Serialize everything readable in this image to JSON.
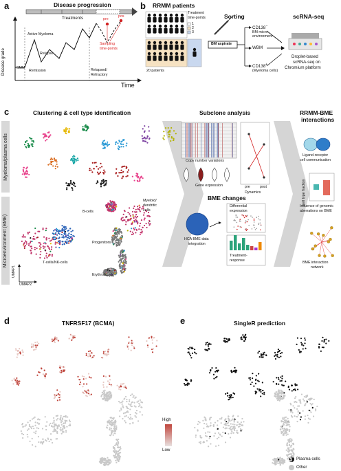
{
  "panel_a": {
    "letter": "a",
    "title": "Disease progression",
    "treatments": "Treatments",
    "ylabel": "Disease grade",
    "xlabel": "Time",
    "stages": [
      "SMM",
      "Active Myeloma",
      "Relapse",
      "Remission",
      "Relapsed/",
      "Refractory"
    ],
    "pre": "pre",
    "post": "pos",
    "sampling": "Sampling",
    "sampling2": "time-points"
  },
  "panel_b": {
    "letter": "b",
    "title": "RRMM patients",
    "timepoints_title": "Treatment",
    "timepoints_title2": "time-points",
    "timepoint_items": [
      "1",
      "2",
      "3"
    ],
    "timepoint_colors": [
      "#ffffff",
      "#f6e2c2",
      "#c9d8ef"
    ],
    "patients": "20 patients",
    "sorting": "Sorting",
    "aspirate": "BM aspirate",
    "cd138neg": "CD138",
    "cd138neg_sup": "−",
    "cd138neg_sub1": "BM micro-",
    "cd138neg_sub2": "environment",
    "wbm": "WBM",
    "cd138pos": "CD138",
    "cd138pos_sup": "+",
    "cd138pos_sub": "(Myeloma cells)",
    "scrna": "scRNA-seq",
    "platform1": "Droplet-based",
    "platform2": "scRNA-seq on",
    "platform3": "Chromium platform"
  },
  "panel_c": {
    "letter": "c",
    "title1": "Clustering & cell type identification",
    "title2": "Subclone analysis",
    "title3a": "RRMM-BME",
    "title3b": "interactions",
    "side_top": "Myeloma/plasma cells",
    "side_bottom": "Microenvironment (BME)",
    "umap1": "UMAP1",
    "umap2": "UMAP2",
    "celltypes": [
      "Myeloid/",
      "dendritic",
      "cells",
      "B-cells",
      "Progenitors",
      "T-cells/NK-cells",
      "Erythroblasts"
    ],
    "cnv": "Copy number variations",
    "gene_expr": "Gene expression",
    "dynamics": "Dynamics",
    "pre": "pre",
    "post": "post",
    "bme_changes": "BME changes",
    "hca1": "HCA BME data",
    "hca2": "integration",
    "diff1": "Differential",
    "diff2": "expression",
    "treat1": "Treatment-",
    "treat2": "response",
    "lr1": "Ligand-receptor",
    "lr2": "cell communication",
    "fraction": "Cell type fraction",
    "infl1": "Influence of genomic",
    "infl2": "aberrations on BME",
    "net1": "BME interaction",
    "net2": "network"
  },
  "panel_d": {
    "letter": "d",
    "title": "TNFRSF17 (BCMA)",
    "high": "High",
    "low": "Low"
  },
  "panel_e": {
    "letter": "e",
    "title": "SingleR prediction",
    "legend": [
      "Plasma cells",
      "Other"
    ]
  },
  "colors": {
    "red": "#d22222",
    "grey": "#c8c8c8",
    "arrow": "#d0d0d0",
    "bcma_high": "#c0473e"
  }
}
